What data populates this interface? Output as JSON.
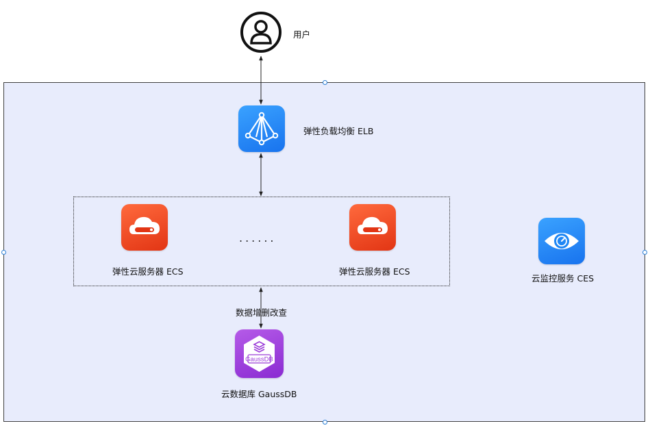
{
  "user": {
    "label": "用户",
    "icon": "user-icon"
  },
  "elb": {
    "label": "弹性负载均衡 ELB",
    "icon": "load-balancer-icon",
    "color": "#1f87f5"
  },
  "ecs_left": {
    "label": "弹性云服务器 ECS",
    "icon": "cloud-server-icon",
    "color": "#e8431c"
  },
  "ecs_right": {
    "label": "弹性云服务器 ECS",
    "icon": "cloud-server-icon",
    "color": "#e8431c"
  },
  "ellipsis": "......",
  "db_edge": {
    "label": "数据增删改查"
  },
  "gaussdb": {
    "label": "云数据库 GaussDB",
    "icon_text": "GaussDB",
    "icon": "gaussdb-icon",
    "color": "#9a3ad8"
  },
  "ces": {
    "label": "云监控服务 CES",
    "icon": "eye-monitor-icon",
    "color": "#1f87f5"
  }
}
